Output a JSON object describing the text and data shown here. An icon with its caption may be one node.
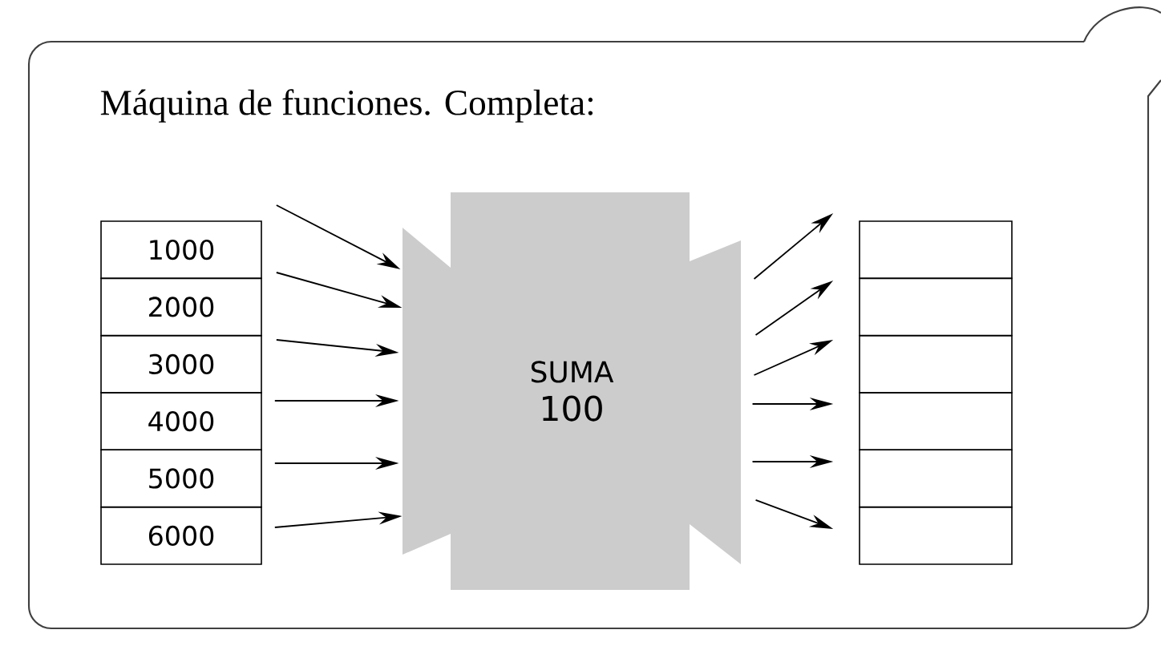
{
  "diagram": {
    "title": "Máquina de funciones. Completa:",
    "nodes": [
      {
        "text": [
          "1000"
        ]
      },
      {
        "text": [
          "2000"
        ]
      },
      {
        "text": [
          "3000"
        ]
      },
      {
        "text": [
          "4000"
        ]
      },
      {
        "text": [
          "5000"
        ]
      },
      {
        "text": [
          "6000"
        ]
      },
      {
        "text": [
          "SUMA",
          "100"
        ]
      },
      {
        "text": [],
        "shape": "box"
      },
      {
        "text": [],
        "shape": "box"
      },
      {
        "text": [],
        "shape": "box"
      },
      {
        "text": [],
        "shape": "box"
      },
      {
        "text": [],
        "shape": "box"
      },
      {
        "text": [],
        "shape": "box"
      }
    ],
    "edges": [
      {
        "from": 0,
        "to": 6,
        "arrow": "to"
      },
      {
        "from": 1,
        "to": 6,
        "arrow": "to"
      },
      {
        "from": 2,
        "to": 6,
        "arrow": "to"
      },
      {
        "from": 3,
        "to": 6,
        "arrow": "to"
      },
      {
        "from": 4,
        "to": 6,
        "arrow": "to"
      },
      {
        "from": 5,
        "to": 6,
        "arrow": "to"
      },
      {
        "from": 6,
        "to": 7,
        "arrow": "to"
      },
      {
        "from": 6,
        "to": 8,
        "arrow": "to"
      },
      {
        "from": 6,
        "to": 9,
        "arrow": "to"
      },
      {
        "from": 6,
        "to": 10,
        "arrow": "to"
      },
      {
        "from": 6,
        "to": 11,
        "arrow": "to"
      },
      {
        "from": 6,
        "to": 12,
        "arrow": "to"
      }
    ]
  }
}
